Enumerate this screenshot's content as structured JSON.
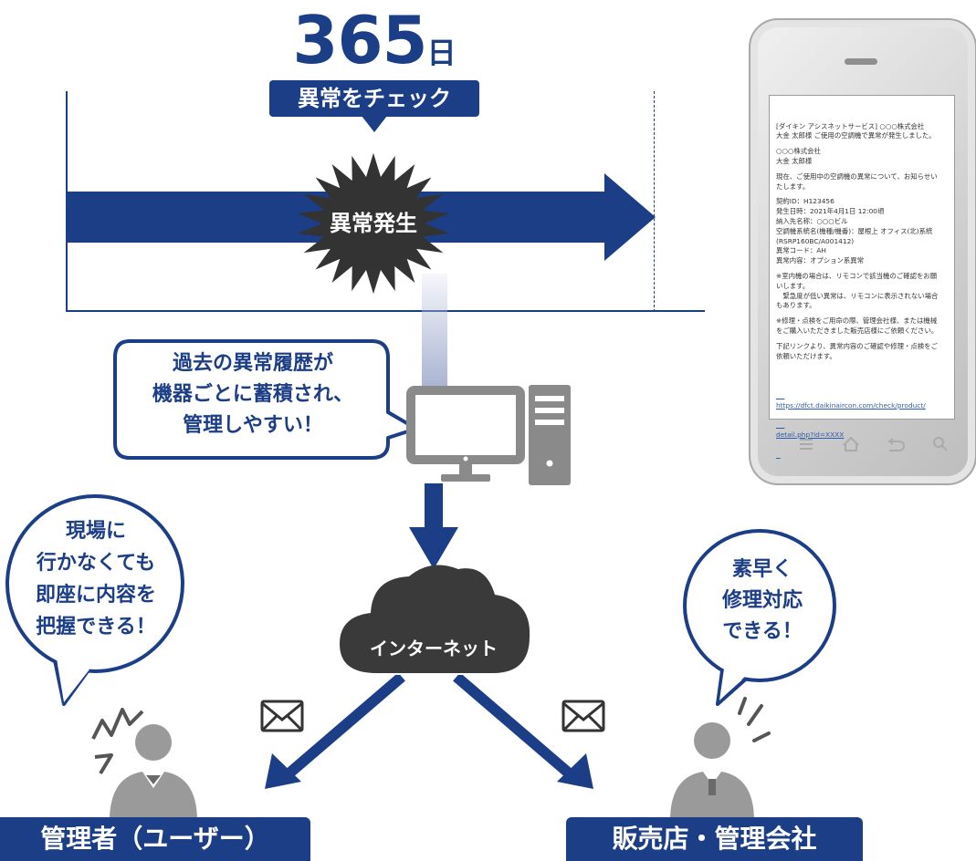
{
  "header": {
    "days_number": "365",
    "days_unit": "日",
    "check_label": "異常をチェック"
  },
  "timeline": {
    "event_label": "異常発生"
  },
  "speech": {
    "history": [
      "過去の異常履歴が",
      "機器ごとに蓄積され、",
      "管理しやすい！"
    ],
    "user": [
      "現場に",
      "行かなくても",
      "即座に内容を",
      "把握できる！"
    ],
    "dealer": [
      "素早く",
      "修理対応",
      "できる！"
    ]
  },
  "internet_label": "インターネット",
  "roles": {
    "user": "管理者（ユーザー）",
    "dealer": "販売店・管理会社"
  },
  "phone_email": {
    "lines": [
      "[ダイキン アシスネットサービス] ○○○株式会社",
      "大金 太郎様 ご使用の空調機で異常が発生しました。",
      "",
      "○○○株式会社",
      "大金 太郎様",
      "",
      "現在、ご使用中の空調機の異常について、お知らせい",
      "たします。",
      "",
      "契約ID：H123456",
      "発生日時：2021年4月1日 12:00頃",
      "納入先名称：○○○ビル",
      "空調機系統名(機種/機番)：屋根上 オフィス(北)系統",
      "(RSRP160BC/A001412)",
      "異常コード：AH",
      "異常内容：オプション系異常",
      "",
      "※室内機の場合は、リモコンで該当機のご確認をお願",
      "いします。",
      "　緊急度が低い異常は、リモコンに表示されない場合",
      "もあります。",
      "",
      "※修理・点検をご用命の際、管理会社様、または機械",
      "をご購入いただきました販売店様にご依頼ください。",
      "",
      "下記リンクより、異常内容のご確認や修理・点検をご",
      "依頼いただけます。"
    ],
    "link_lines": [
      "https://dfct.daikinaircon.com/check/product/",
      "detail.php?id=XXXX"
    ]
  },
  "colors": {
    "navy": "#1b3e86",
    "dark_gray": "#3a3a3a",
    "mid_gray": "#9a9a9a",
    "light_gray": "#c9c9c9",
    "link": "#2a5db0"
  }
}
